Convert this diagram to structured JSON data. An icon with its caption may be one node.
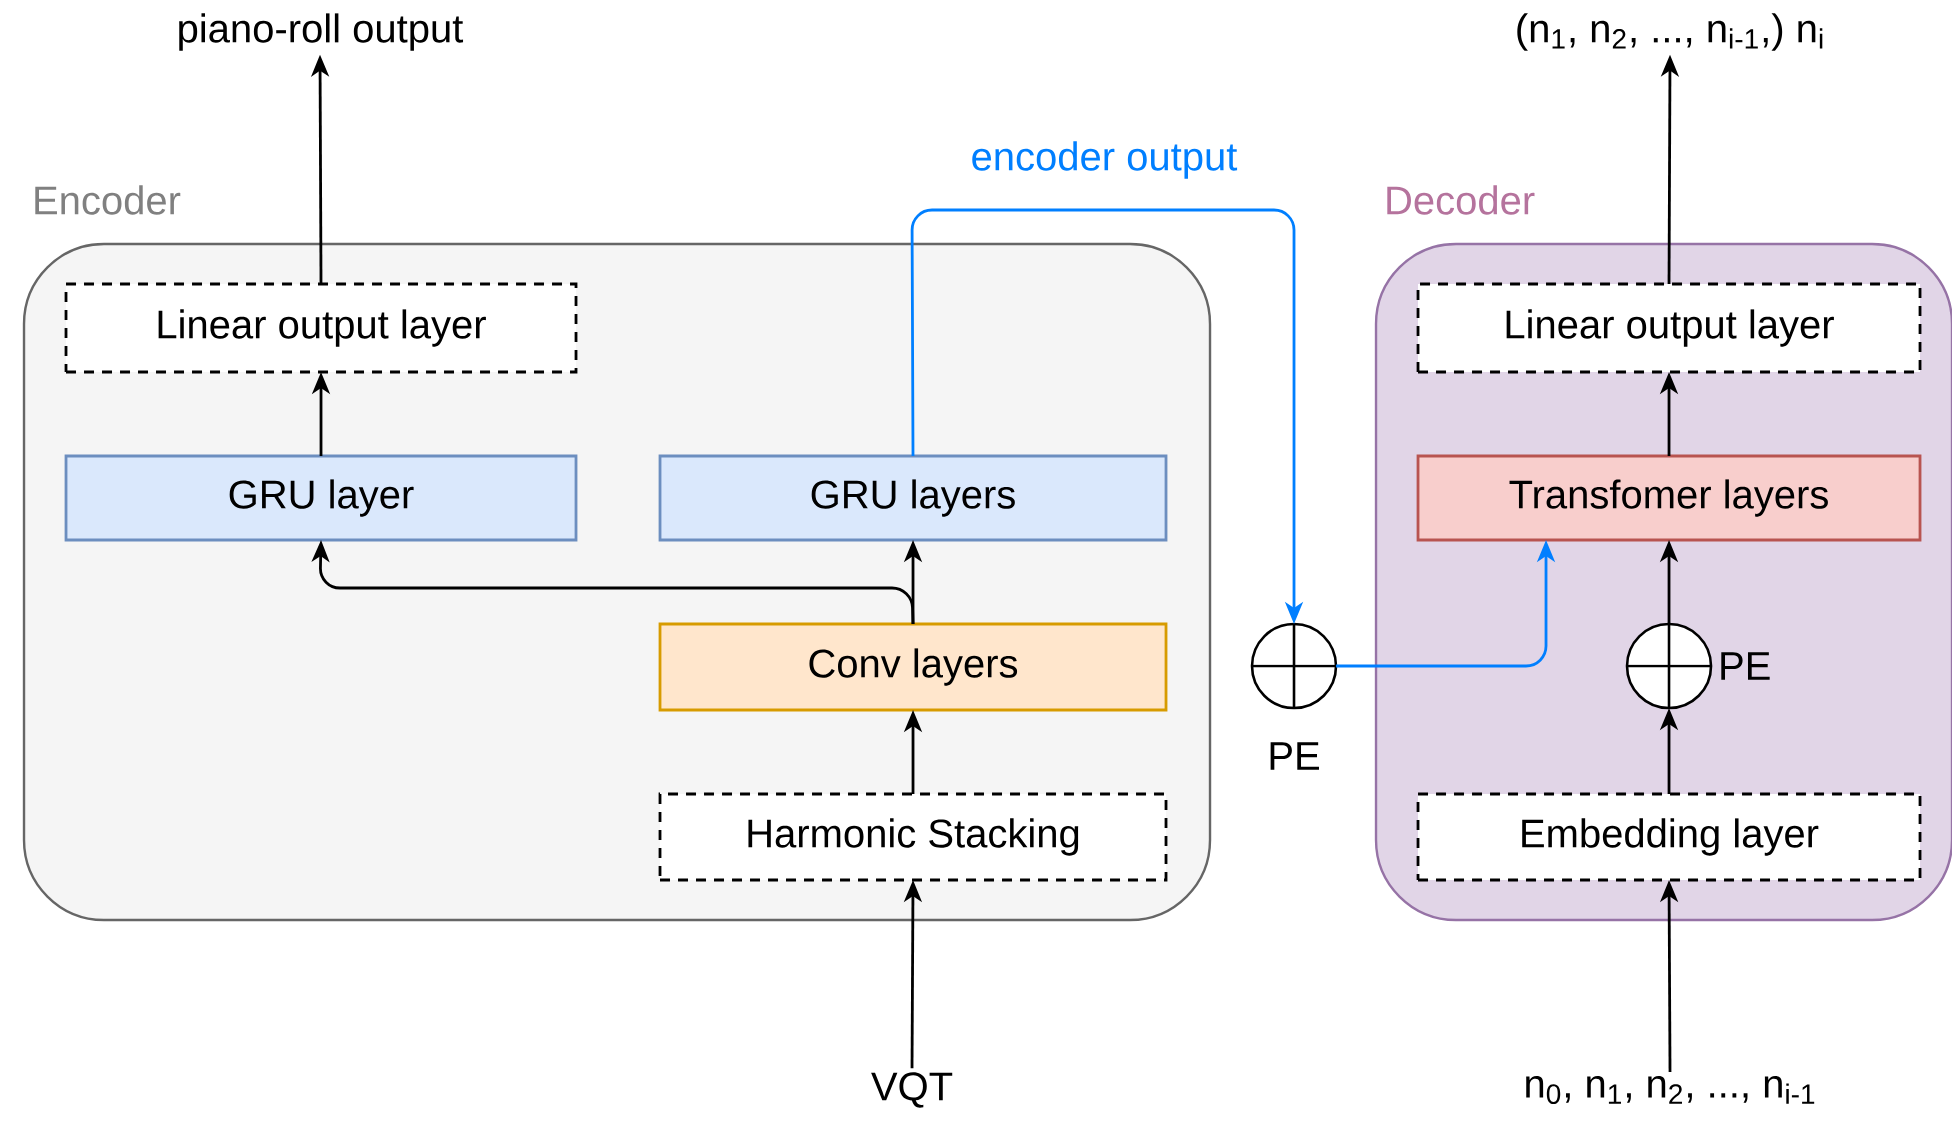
{
  "diagram": {
    "nodes": [
      {
        "text": [
          "Encoder"
        ]
      },
      {
        "text": [
          "Linear output layer"
        ],
        "in": 0
      },
      {
        "text": [
          "GRU layer"
        ],
        "in": 0
      },
      {
        "text": [
          "GRU layers"
        ],
        "in": 0
      },
      {
        "text": [
          "Conv layers"
        ],
        "in": 0
      },
      {
        "text": [
          "Harmonic Stacking"
        ],
        "in": 0
      },
      {
        "text": [
          "Decoder"
        ]
      },
      {
        "text": [
          "Linear output layer"
        ],
        "in": 6
      },
      {
        "text": [
          "Transfomer layers"
        ],
        "in": 6
      },
      {
        "text": [],
        "shape": "circle",
        "beside": [
          "PE"
        ],
        "in": 6
      },
      {
        "text": [
          "Embedding layer"
        ],
        "in": 6
      },
      {
        "text": [],
        "shape": "circle",
        "beside": [
          "PE"
        ]
      },
      {
        "text": [
          "piano-roll output"
        ]
      },
      {
        "text": [
          "(n$_{1}$, n$_{2}$, ..., n$_{i-1}$,) n$_{i}$"
        ]
      },
      {
        "text": [
          "VQT"
        ]
      },
      {
        "text": [
          "n$_{0}$, n$_{1}$, n$_{2}$, ..., n$_{i-1}$"
        ]
      }
    ],
    "edges": [
      {
        "from": 14,
        "to": 5,
        "arrow": "to"
      },
      {
        "from": 5,
        "to": 4,
        "arrow": "to"
      },
      {
        "from": 4,
        "to": 3,
        "arrow": "to"
      },
      {
        "from": 4,
        "to": 2,
        "arrow": "to"
      },
      {
        "from": 2,
        "to": 1,
        "arrow": "to"
      },
      {
        "from": 1,
        "to": 12,
        "arrow": "to"
      },
      {
        "from": 3,
        "to": 11,
        "arrow": "to",
        "label": "encoder output",
        "color": "#007fff"
      },
      {
        "from": 11,
        "to": 8,
        "arrow": "to",
        "color": "#007fff"
      },
      {
        "from": 15,
        "to": 10,
        "arrow": "to"
      },
      {
        "from": 10,
        "to": 9,
        "arrow": "to"
      },
      {
        "from": 9,
        "to": 8,
        "arrow": "to"
      },
      {
        "from": 8,
        "to": 7,
        "arrow": "to"
      },
      {
        "from": 7,
        "to": 13,
        "arrow": "to"
      }
    ]
  }
}
